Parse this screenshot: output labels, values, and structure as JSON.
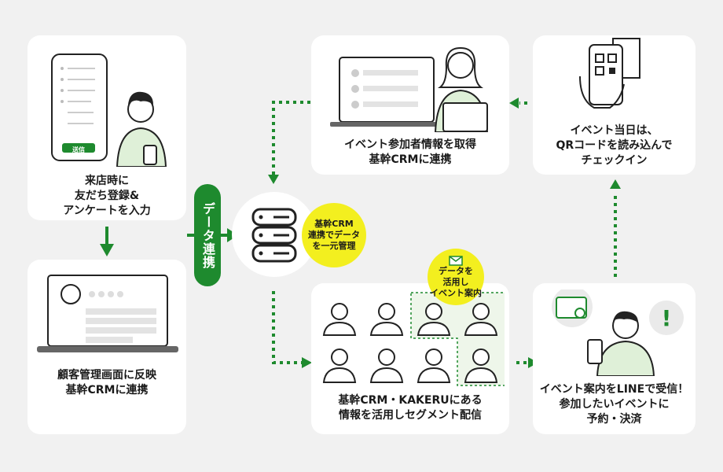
{
  "cards": {
    "store_visit": [
      "来店時に",
      "友だち登録&",
      "アンケートを入力"
    ],
    "crm_screen": [
      "顧客管理画面に反映",
      "基幹CRMに連携"
    ],
    "event_info": [
      "イベント参加者情報を取得",
      "基幹CRMに連携"
    ],
    "checkin": [
      "イベント当日は、",
      "QRコードを読み込んで",
      "チェックイン"
    ],
    "segment": [
      "基幹CRM・KAKERUにある",
      "情報を活用しセグメント配信"
    ],
    "line_receive": [
      "イベント案内をLINEで受信！",
      "参加したいイベントに",
      "予約・決済"
    ]
  },
  "phone_button": "送信",
  "data_link_label": "データ連携",
  "badge_central": [
    "基幹CRM",
    "連携でデータ",
    "を一元管理"
  ],
  "badge_event": [
    "データを",
    "活用し",
    "イベント案内"
  ],
  "colors": {
    "accent": "#1e8a2e",
    "highlight": "#f3ef1f",
    "card": "#ffffff",
    "background": "#f1f1f1"
  },
  "icons": [
    "phone-icon",
    "database-icon",
    "laptop-icon",
    "qr-code-icon",
    "envelope-icon",
    "exclamation-icon",
    "person-icon"
  ]
}
